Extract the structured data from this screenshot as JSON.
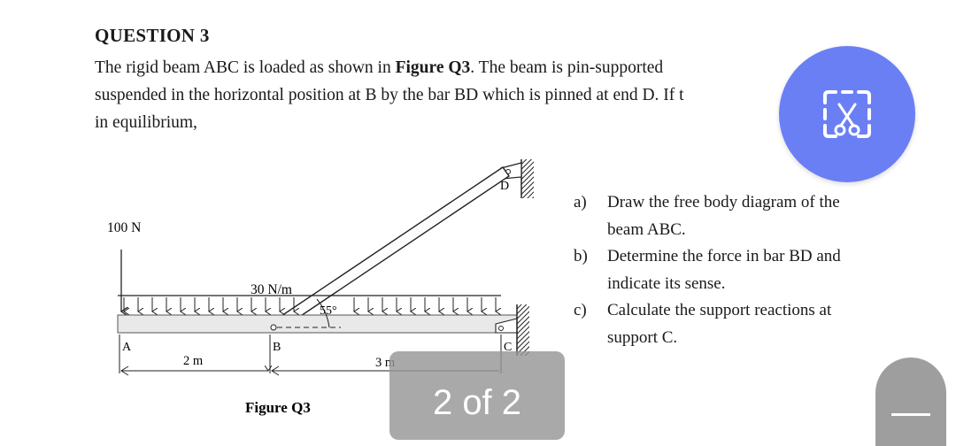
{
  "question": {
    "title": "QUESTION 3",
    "line1_pre": "The rigid beam ABC is loaded as shown in ",
    "line1_bold": "Figure Q3",
    "line1_post": ". The beam is pin-supported",
    "line2": "suspended in the horizontal position at B by the bar BD which is pinned at end D. If t",
    "line3": "in equilibrium,"
  },
  "figure": {
    "point_load": "100 N",
    "distributed_load": "30 N/m",
    "angle": "55°",
    "point_a": "A",
    "point_b": "B",
    "point_c": "C",
    "point_d": "D",
    "dim_ab": "2 m",
    "dim_bc": "3 m",
    "caption": "Figure Q3"
  },
  "tasks": [
    {
      "label": "a)",
      "text": "Draw the free body diagram of the beam ABC."
    },
    {
      "label": "b)",
      "text": "Determine the force in bar BD and indicate its sense."
    },
    {
      "label": "c)",
      "text": "Calculate the support reactions at support C."
    }
  ],
  "overlay": {
    "page_indicator": "2 of 2",
    "fab_icon": "screenshot-scissors-icon",
    "fab_color": "#6b7ff5",
    "scroll_icon": "scroll-handle-icon"
  }
}
